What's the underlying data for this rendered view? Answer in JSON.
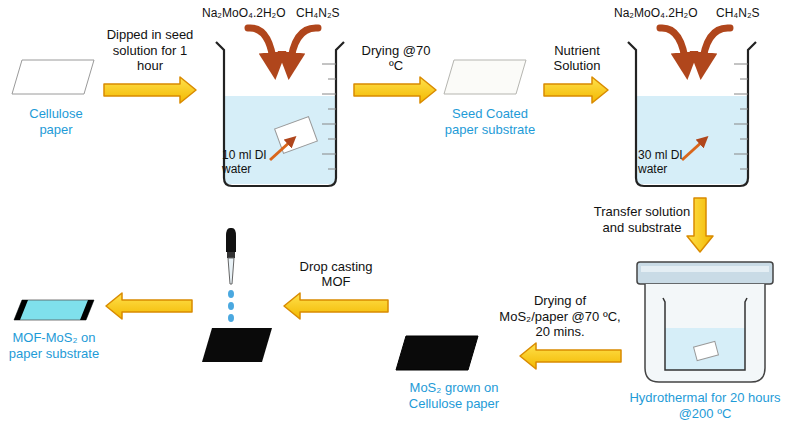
{
  "diagram": {
    "nodes": [
      {
        "text": [
          "Cellulose paper"
        ]
      },
      {
        "text": [
          "Na₂MoO₄.2H₂O",
          "CH₄N₂S",
          "10 ml DI water"
        ]
      },
      {
        "text": [
          "Seed Coated paper substrate"
        ]
      },
      {
        "text": [
          "Na₂MoO₄.2H₂O",
          "CH₄N₂S",
          "30 ml DI water"
        ]
      },
      {
        "text": [
          "Hydrothermal for 20 hours @200 ºC"
        ]
      },
      {
        "text": [
          "MoS₂ grown on Cellulose paper"
        ]
      },
      {
        "text": []
      },
      {
        "text": [
          "MOF-MoS₂ on paper substrate"
        ]
      }
    ],
    "edges": [
      {
        "from": 0,
        "to": 1,
        "arrow": "to",
        "label": "Dipped in seed solution for 1 hour"
      },
      {
        "from": 1,
        "to": 2,
        "arrow": "to",
        "label": "Drying @70 ºC"
      },
      {
        "from": 2,
        "to": 3,
        "arrow": "to",
        "label": "Nutrient Solution"
      },
      {
        "from": 3,
        "to": 4,
        "arrow": "to",
        "label": "Transfer solution and substrate"
      },
      {
        "from": 4,
        "to": 5,
        "arrow": "to",
        "label": "Drying of MoS₂/paper @70 ºC, 20 mins."
      },
      {
        "from": 5,
        "to": 6,
        "arrow": "to",
        "label": "Drop casting MOF"
      },
      {
        "from": 6,
        "to": 7,
        "arrow": "to"
      }
    ]
  }
}
